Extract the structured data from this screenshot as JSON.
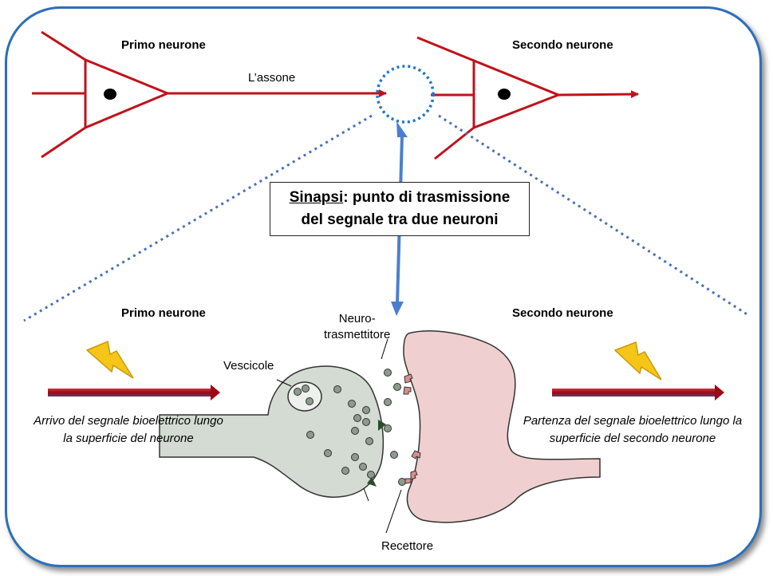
{
  "top": {
    "first_neuron_label": "Primo neurone",
    "second_neuron_label": "Secondo neurone",
    "axon_label": "L’assone"
  },
  "callout": {
    "term": "Sinapsi",
    "line1_rest": ": punto di trasmissione",
    "line2": "del segnale tra due neuroni"
  },
  "bottom": {
    "first_neuron_label": "Primo neurone",
    "second_neuron_label": "Secondo neurone",
    "vesicles_label": "Vescicole",
    "neurotransmitter_line1": "Neuro-",
    "neurotransmitter_line2": "trasmettitore",
    "receptor_label": "Recettore",
    "arrival_caption": "Arrivo del segnale bioelettrico lungo la superficie del neurone",
    "departure_caption": "Partenza del segnale bioelettrico lungo la superficie del secondo neurone"
  },
  "colors": {
    "frame": "#2d6fbb",
    "neuron_line": "#c0121b",
    "presynaptic_fill": "#d3dbd2",
    "postsynaptic_fill": "#efcfcf",
    "connector": "#4a7fd0",
    "lightning": "#f5c518"
  }
}
